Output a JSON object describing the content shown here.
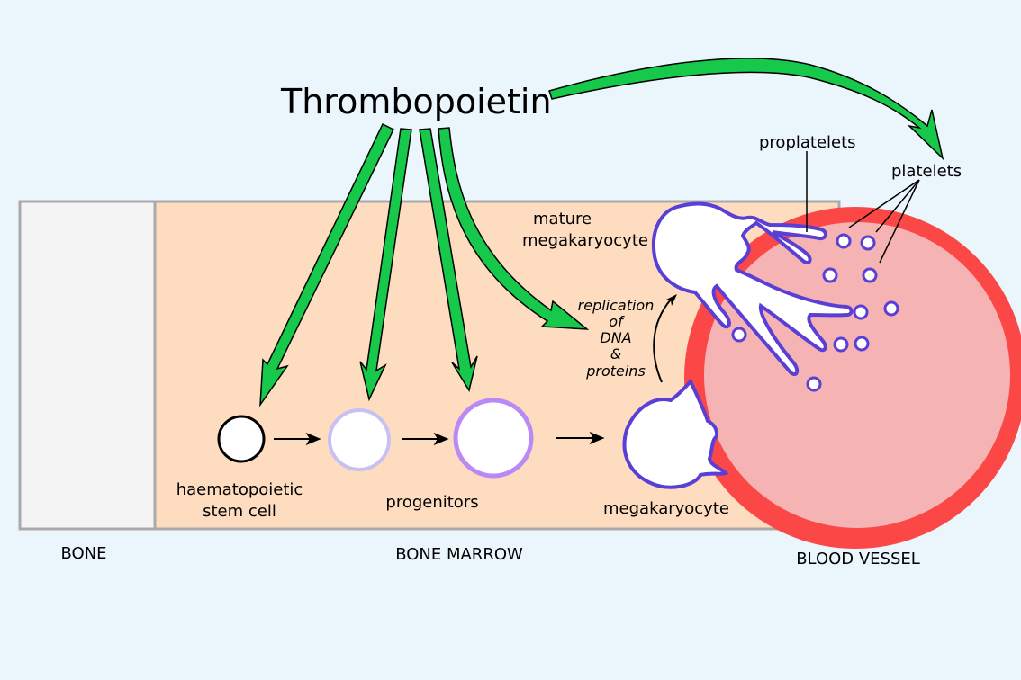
{
  "title": "Thrombopoietin",
  "regions": {
    "bone": "BONE",
    "bone_marrow": "BONE MARROW",
    "blood_vessel": "BLOOD VESSEL"
  },
  "cells": {
    "stem_cell_line1": "haematopoietic",
    "stem_cell_line2": "stem cell",
    "progenitors": "progenitors",
    "megakaryocyte": "megakaryocyte",
    "mature_line1": "mature",
    "mature_line2": "megakaryocyte"
  },
  "process": {
    "lines": [
      "replication",
      "of",
      "DNA",
      "&",
      "proteins"
    ]
  },
  "annotations": {
    "proplatelets": "proplatelets",
    "platelets": "platelets"
  },
  "colors": {
    "background": "#eaf5fc",
    "bone": "#f4f4f4",
    "bone_border": "#aaaaaa",
    "marrow": "#fddcc0",
    "vessel_wall": "#fc4747",
    "vessel_lumen": "#f5b3b3",
    "tpo_arrow": "#17c94a",
    "megakaryocyte_outline": "#5a3fd6",
    "progenitor1_outline": "#c8c0f5",
    "progenitor2_outline": "#b98af5"
  }
}
